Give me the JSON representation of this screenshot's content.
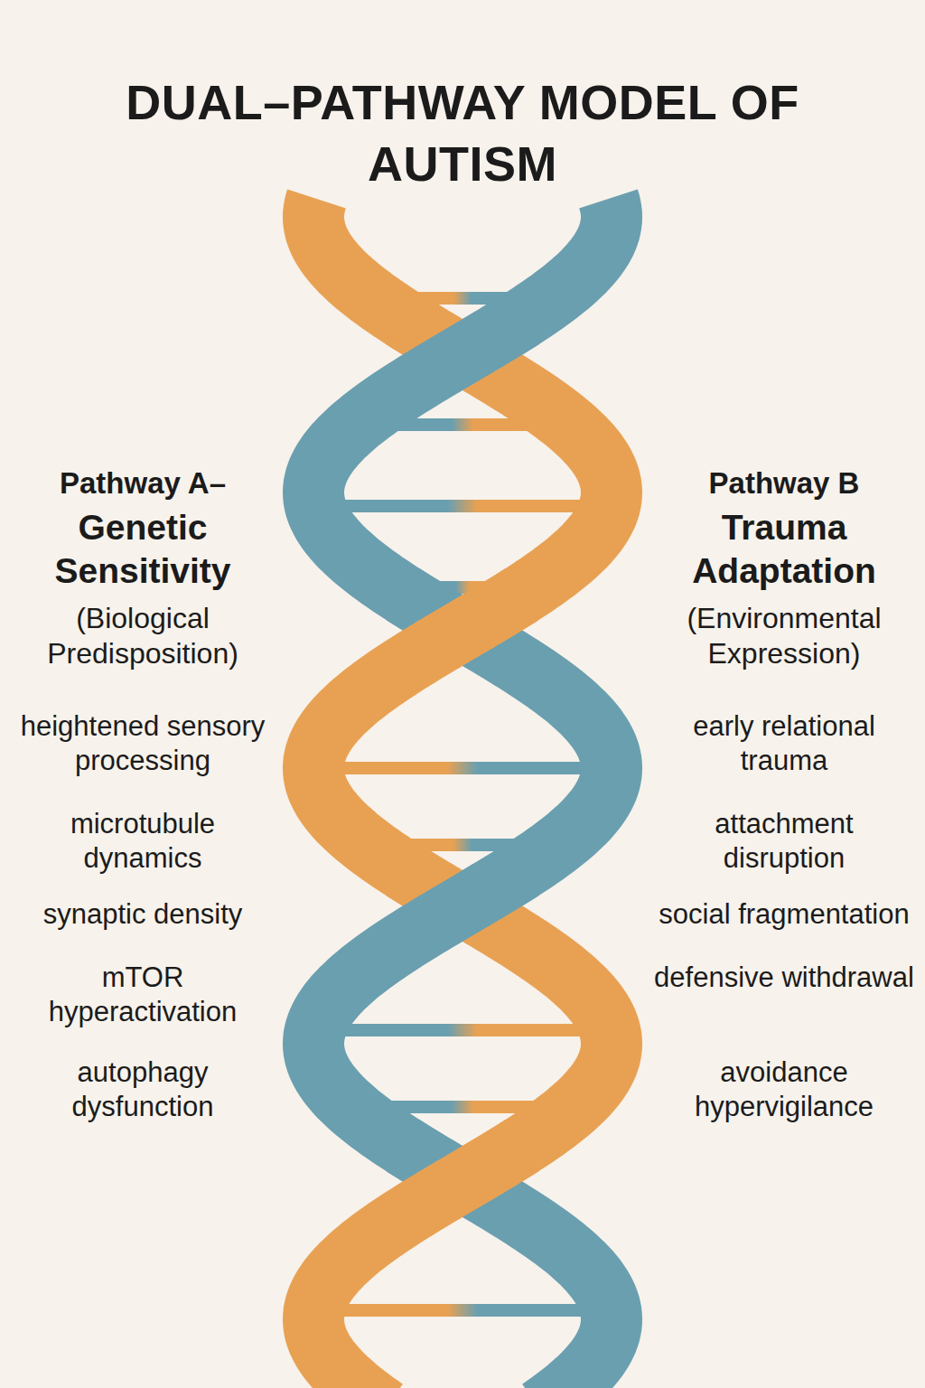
{
  "diagram": {
    "title": "DUAL–PATHWAY MODEL OF AUTISM",
    "labels": [
      "Pathway A–",
      "Genetic Sensitivity",
      "(Biological Predisposition)",
      "heightened sensory processing",
      "microtubule dynamics",
      "synaptic density",
      "mTOR hyperactivation",
      "autophagy dysfunction",
      "Pathway B",
      "Trauma Adaptation",
      "(Environmental Expression)",
      "early relational trauma",
      "attachment disruption",
      "social fragmentation",
      "defensive withdrawal",
      "avoidance hypervigilance"
    ]
  }
}
